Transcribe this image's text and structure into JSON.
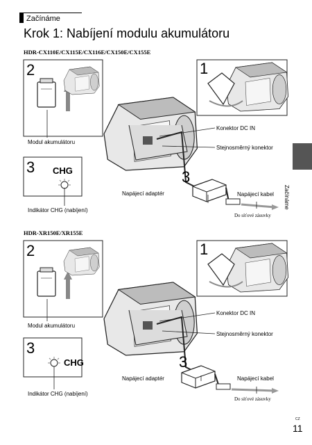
{
  "header": {
    "section": "Začínáme",
    "title": "Krok 1: Nabíjení modulu akumulátoru"
  },
  "side_tab": {
    "label": "Začínáme"
  },
  "footer": {
    "lang": "CZ",
    "page": "11"
  },
  "figures": [
    {
      "models": "HDR-CX110E/CX115E/CX116E/CX150E/CX155E",
      "steps": [
        "2",
        "1",
        "3",
        "3"
      ],
      "indicator": "CHG",
      "labels": {
        "battery": "Modul akumulátoru",
        "dc_in": "Konektor DC IN",
        "dc_plug": "Stejnosměrný konektor",
        "charge_lamp": "Indikátor CHG (nabíjení)",
        "adapter": "Napájecí adaptér",
        "cord": "Napájecí kabel",
        "outlet": "Do síťové zásuvky"
      }
    },
    {
      "models": "HDR-XR150E/XR155E",
      "steps": [
        "2",
        "1",
        "3",
        "3"
      ],
      "indicator": "CHG",
      "labels": {
        "battery": "Modul akumulátoru",
        "dc_in": "Konektor DC IN",
        "dc_plug": "Stejnosměrný konektor",
        "charge_lamp": "Indikátor CHG (nabíjení)",
        "adapter": "Napájecí adaptér",
        "cord": "Napájecí kabel",
        "outlet": "Do síťové zásuvky"
      }
    }
  ]
}
